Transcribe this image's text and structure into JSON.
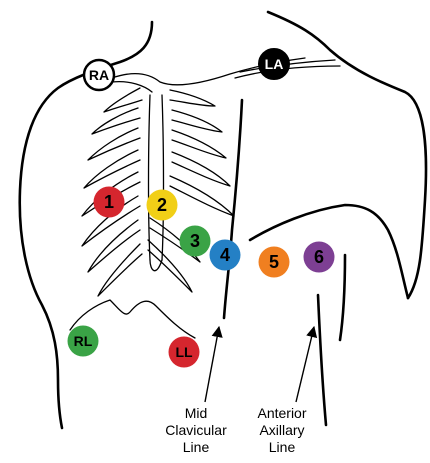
{
  "electrodes": [
    {
      "id": "RA",
      "label": "RA",
      "fill": "#ffffff",
      "text_color": "#000000"
    },
    {
      "id": "LA",
      "label": "LA",
      "fill": "#000000",
      "text_color": "#ffffff"
    },
    {
      "id": "V1",
      "label": "1",
      "fill": "#d5262e",
      "text_color": "#000000"
    },
    {
      "id": "V2",
      "label": "2",
      "fill": "#f1cf17",
      "text_color": "#000000"
    },
    {
      "id": "V3",
      "label": "3",
      "fill": "#3aa346",
      "text_color": "#000000"
    },
    {
      "id": "V4",
      "label": "4",
      "fill": "#2480c5",
      "text_color": "#000000"
    },
    {
      "id": "V5",
      "label": "5",
      "fill": "#f07f20",
      "text_color": "#000000"
    },
    {
      "id": "V6",
      "label": "6",
      "fill": "#7d3f93",
      "text_color": "#000000"
    },
    {
      "id": "RL",
      "label": "RL",
      "fill": "#3aa346",
      "text_color": "#000000"
    },
    {
      "id": "LL",
      "label": "LL",
      "fill": "#d5262e",
      "text_color": "#000000"
    }
  ],
  "guide_lines": {
    "mid_clavicular": {
      "lines": [
        "Mid",
        "Clavicular",
        "Line"
      ]
    },
    "anterior_axillary": {
      "lines": [
        "Anterior",
        "Axillary",
        "Line"
      ]
    }
  }
}
